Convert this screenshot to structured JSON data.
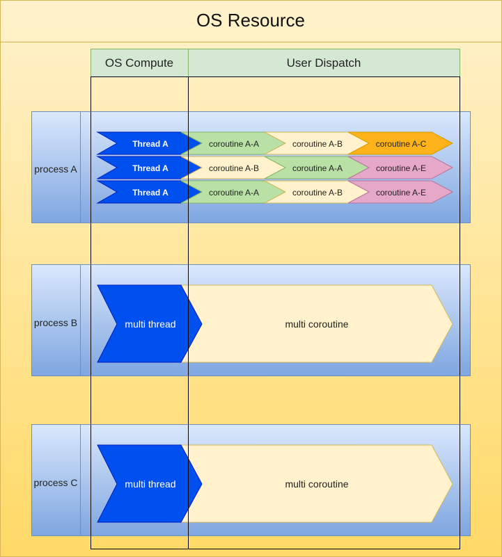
{
  "title": "OS Resource",
  "columns": {
    "os_compute": "OS Compute",
    "user_dispatch": "User Dispatch"
  },
  "processes": [
    {
      "label": "process A",
      "rows": [
        {
          "thread": "Thread A",
          "coroutines": [
            {
              "label": "coroutine A-A",
              "color": "#b9e0a5"
            },
            {
              "label": "coroutine A-B",
              "color": "#fff2cc"
            },
            {
              "label": "coroutine A-C",
              "color": "#ffb31a"
            }
          ]
        },
        {
          "thread": "Thread A",
          "coroutines": [
            {
              "label": "coroutine A-B",
              "color": "#fff2cc"
            },
            {
              "label": "coroutine A-A",
              "color": "#b9e0a5"
            },
            {
              "label": "coroutine A-E",
              "color": "#e6a8c8"
            }
          ]
        },
        {
          "thread": "Thread A",
          "coroutines": [
            {
              "label": "coroutine A-A",
              "color": "#b9e0a5"
            },
            {
              "label": "coroutine A-B",
              "color": "#fff2cc"
            },
            {
              "label": "coroutine A-E",
              "color": "#e6a8c8"
            }
          ]
        }
      ]
    },
    {
      "label": "process B",
      "thread": "multi thread",
      "coroutine": "multi coroutine"
    },
    {
      "label": "process C",
      "thread": "multi thread",
      "coroutine": "multi coroutine"
    }
  ],
  "colors": {
    "thread_blue": "#0050ef",
    "coroutine_cream": "#fff2cc",
    "column_header_green": "#d5e8d4",
    "process_blue_top": "#dae8fc",
    "process_blue_bottom": "#7ea6e0",
    "outer_gold_top": "#fff2cc",
    "outer_gold_bottom": "#ffd966"
  }
}
